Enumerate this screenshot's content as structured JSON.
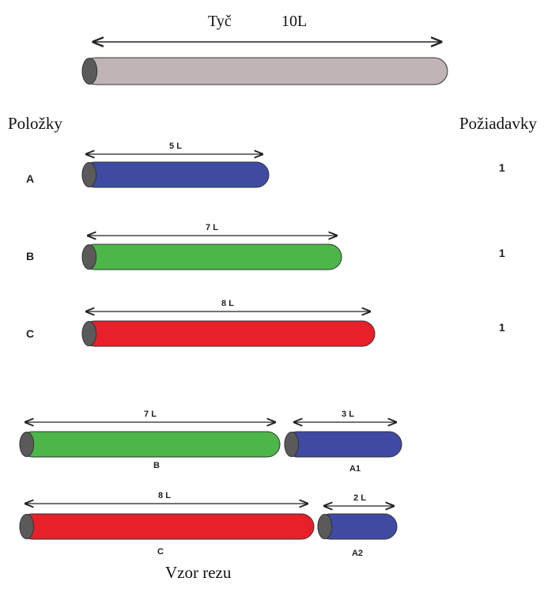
{
  "stock": {
    "label": "Tyč",
    "length_label": "10L",
    "color": "#c0b4b6"
  },
  "headers": {
    "items": "Položky",
    "demands": "Požiadavky"
  },
  "items": [
    {
      "id": "A",
      "length_label": "5 L",
      "demand": "1",
      "color": "#3f4ba3"
    },
    {
      "id": "B",
      "length_label": "7 L",
      "demand": "1",
      "color": "#4cb648"
    },
    {
      "id": "C",
      "length_label": "8 L",
      "demand": "1",
      "color": "#e8202a"
    }
  ],
  "patterns": [
    {
      "pieces": [
        {
          "label": "B",
          "length_label": "7 L",
          "color": "#4cb648"
        },
        {
          "label": "A1",
          "length_label": "3 L",
          "color": "#3f4ba3"
        }
      ]
    },
    {
      "pieces": [
        {
          "label": "C",
          "length_label": "8 L",
          "color": "#e8202a"
        },
        {
          "label": "A2",
          "length_label": "2 L",
          "color": "#3f4ba3"
        }
      ]
    }
  ],
  "footer": {
    "caption": "Vzor rezu"
  },
  "colors": {
    "cap": "#5a5a5a",
    "outline": "#333333",
    "arrow": "#222222"
  }
}
